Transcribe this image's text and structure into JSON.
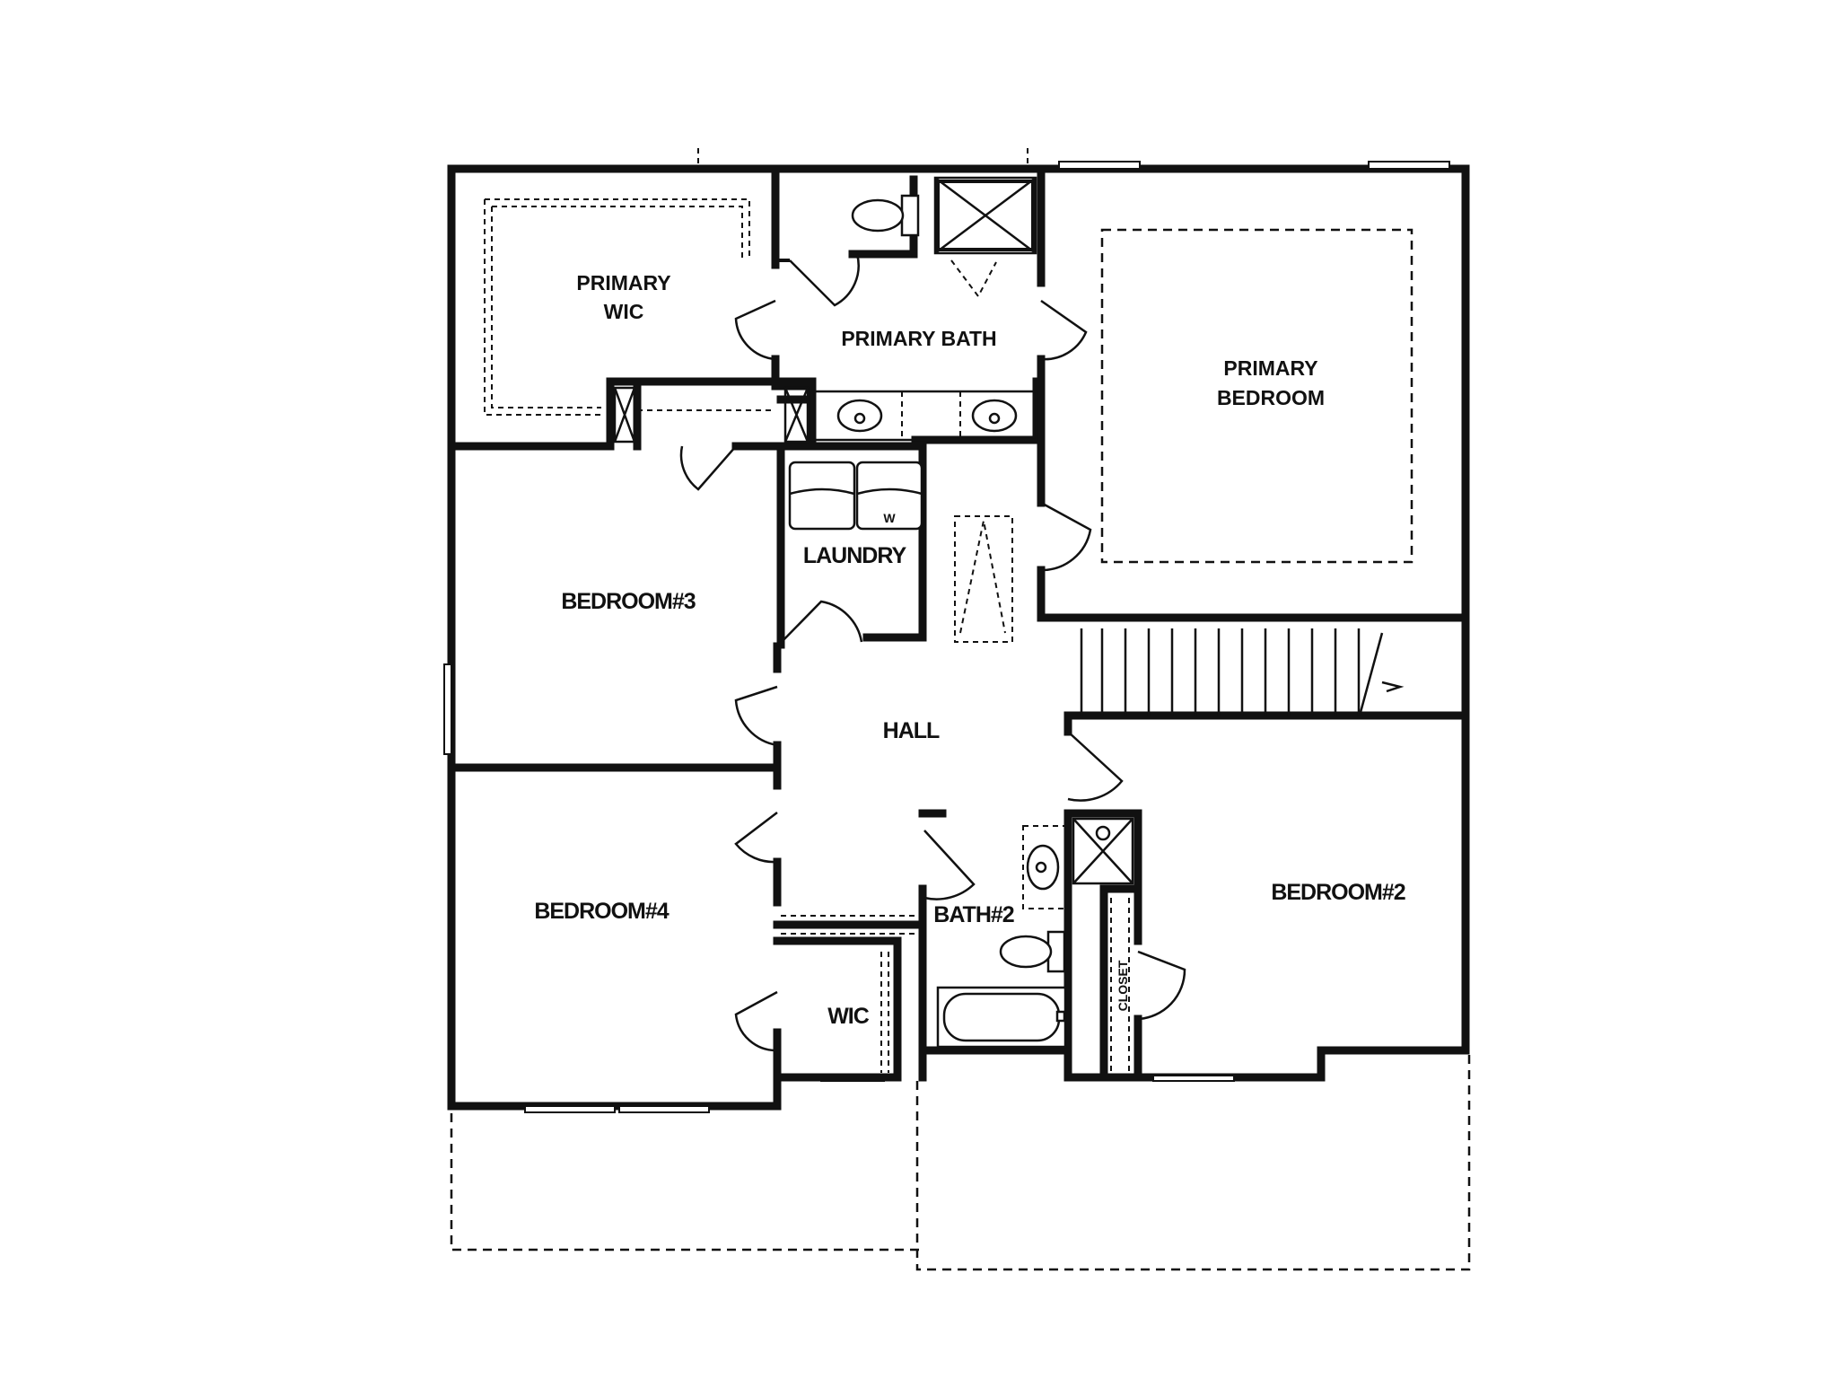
{
  "floor_plan": {
    "rooms": {
      "primary_wic": {
        "line1": "PRIMARY",
        "line2": "WIC"
      },
      "primary_bath": {
        "label": "PRIMARY BATH"
      },
      "primary_bedroom": {
        "line1": "PRIMARY",
        "line2": "BEDROOM"
      },
      "laundry": {
        "label": "LAUNDRY",
        "washer_mark": "W"
      },
      "bedroom_3": {
        "label": "BEDROOM#3"
      },
      "hall": {
        "label": "HALL"
      },
      "bedroom_4": {
        "label": "BEDROOM#4"
      },
      "bath_2": {
        "label": "BATH#2"
      },
      "closet": {
        "label": "CLOSET"
      },
      "wic": {
        "label": "WIC"
      },
      "bedroom_2": {
        "label": "BEDROOM#2"
      }
    },
    "colors": {
      "wall": "#111111",
      "background": "#ffffff"
    }
  }
}
